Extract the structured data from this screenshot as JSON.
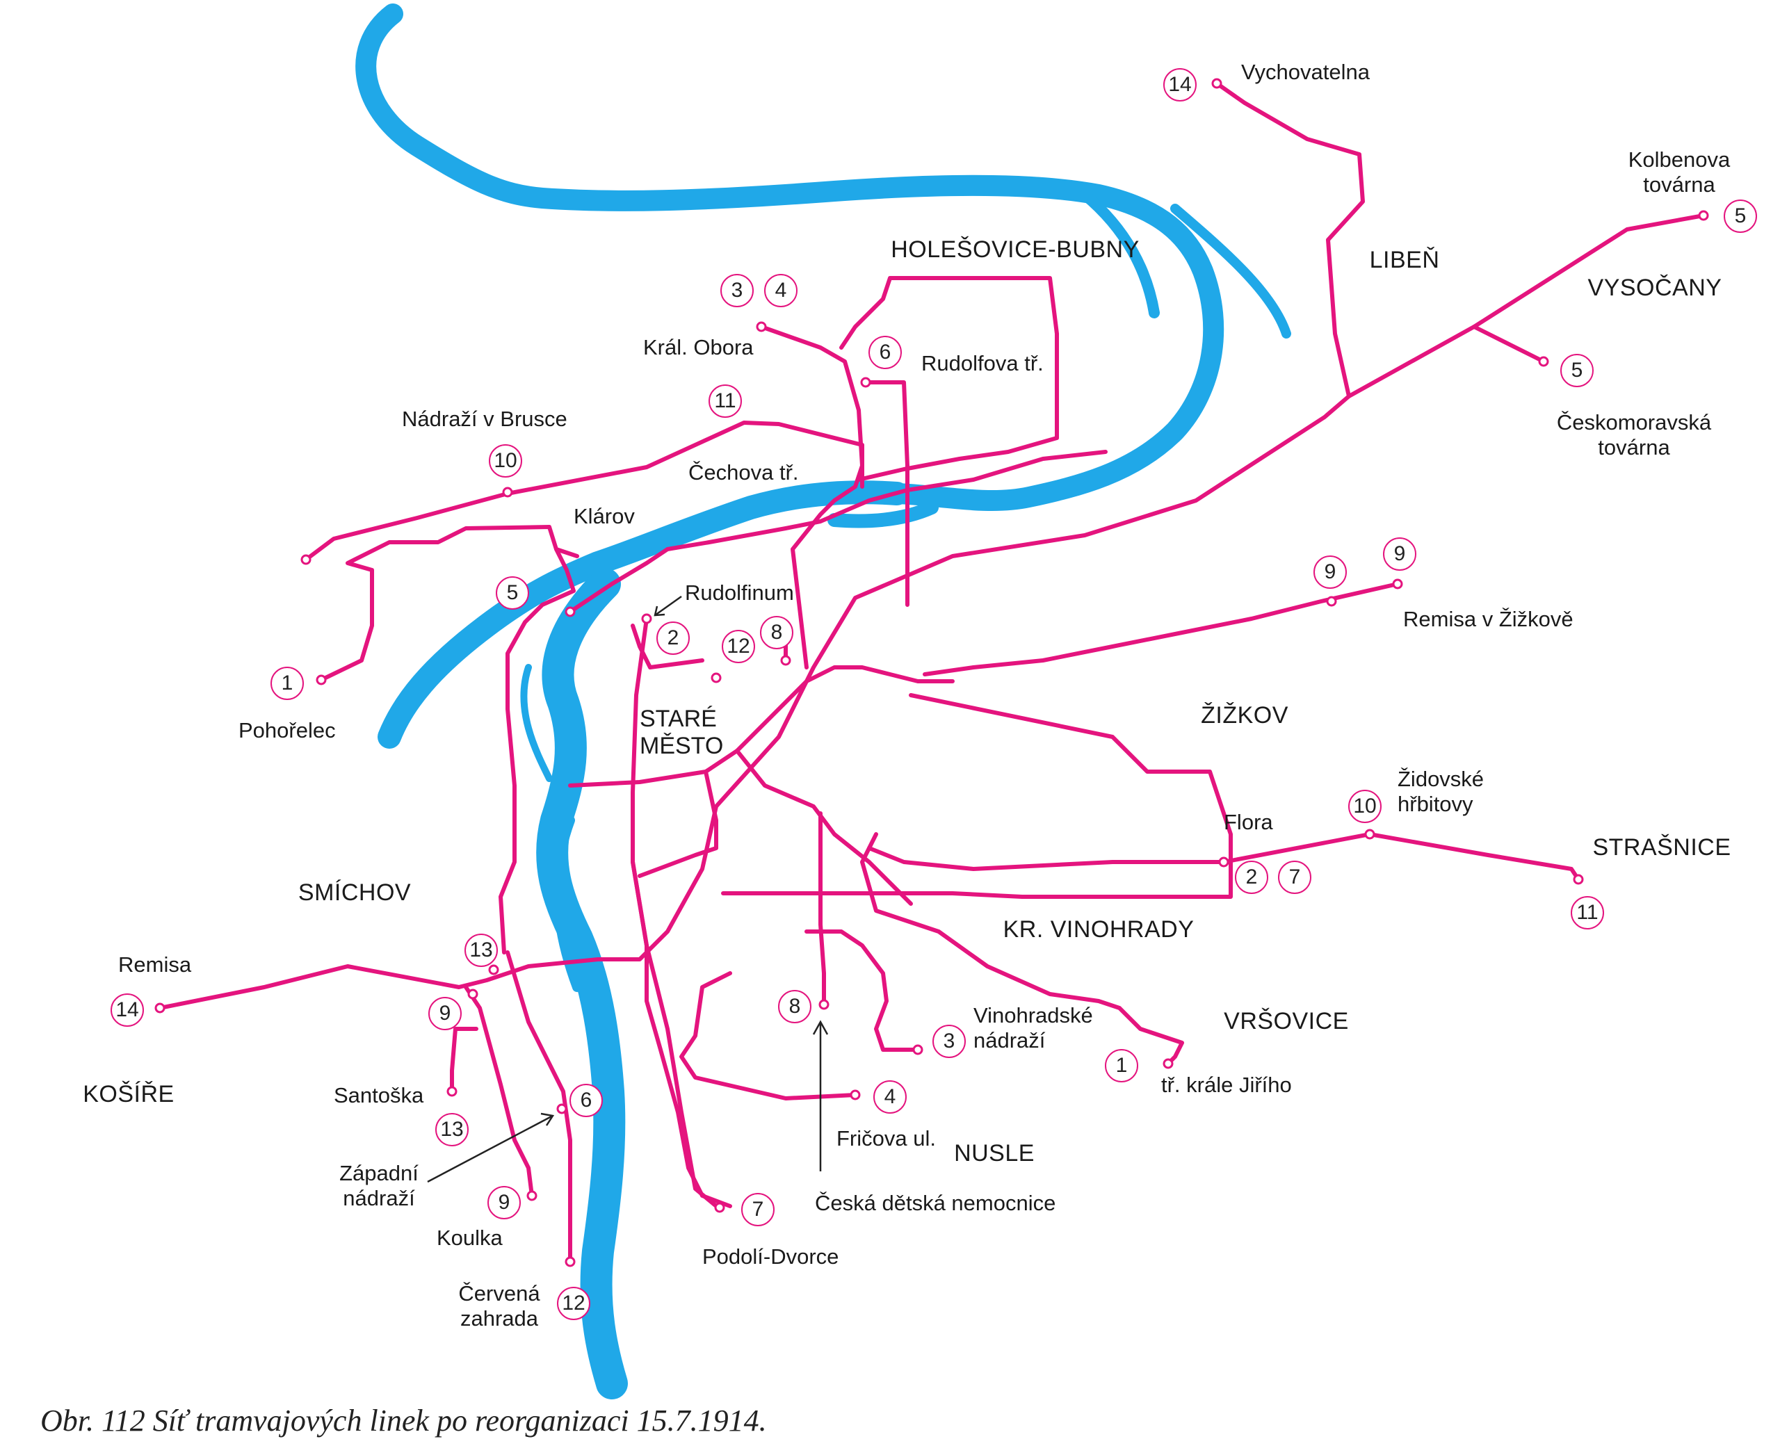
{
  "colors": {
    "river": "#20a8e8",
    "tram_line": "#e4147e",
    "text": "#1a1a1a"
  },
  "districts": [
    "HOLEŠOVICE-BUBNY",
    "LIBEŇ",
    "VYSOČANY",
    "ŽIŽKOV",
    "STRAŠNICE",
    "KR. VINOHRADY",
    "VRŠOVICE",
    "NUSLE",
    "SMÍCHOV",
    "KOŠÍŘE",
    "STARÉ\nMĚSTO"
  ],
  "places": [
    "Vychovatelna",
    "Kolbenova\ntovárna",
    "Českomoravská továrna",
    "Rudolfova tř.",
    "Král. Obora",
    "Nádraží v Brusce",
    "Čechova tř.",
    "Klárov",
    "Rudolfinum",
    "Pohořelec",
    "Remisa v Žižkově",
    "Židovské\nhřbitovy",
    "Flora",
    "Remisa",
    "Santoška",
    "Západní\nnádraží",
    "Koulka",
    "Červená\nzahrada",
    "Podolí-Dvorce",
    "Česká dětská nemocnice",
    "Fričova ul.",
    "Vinohradské\nnádraží",
    "tř. krále Jiřího"
  ],
  "line_badges": [
    "14",
    "5",
    "5",
    "3",
    "4",
    "6",
    "11",
    "10",
    "5",
    "1",
    "2",
    "12",
    "8",
    "9",
    "9",
    "10",
    "2",
    "7",
    "11",
    "13",
    "14",
    "9",
    "13",
    "6",
    "9",
    "12",
    "7",
    "8",
    "3",
    "4",
    "1"
  ],
  "caption": "Obr. 112 Síť tramvajových linek po reorganizaci 15.7.1914."
}
